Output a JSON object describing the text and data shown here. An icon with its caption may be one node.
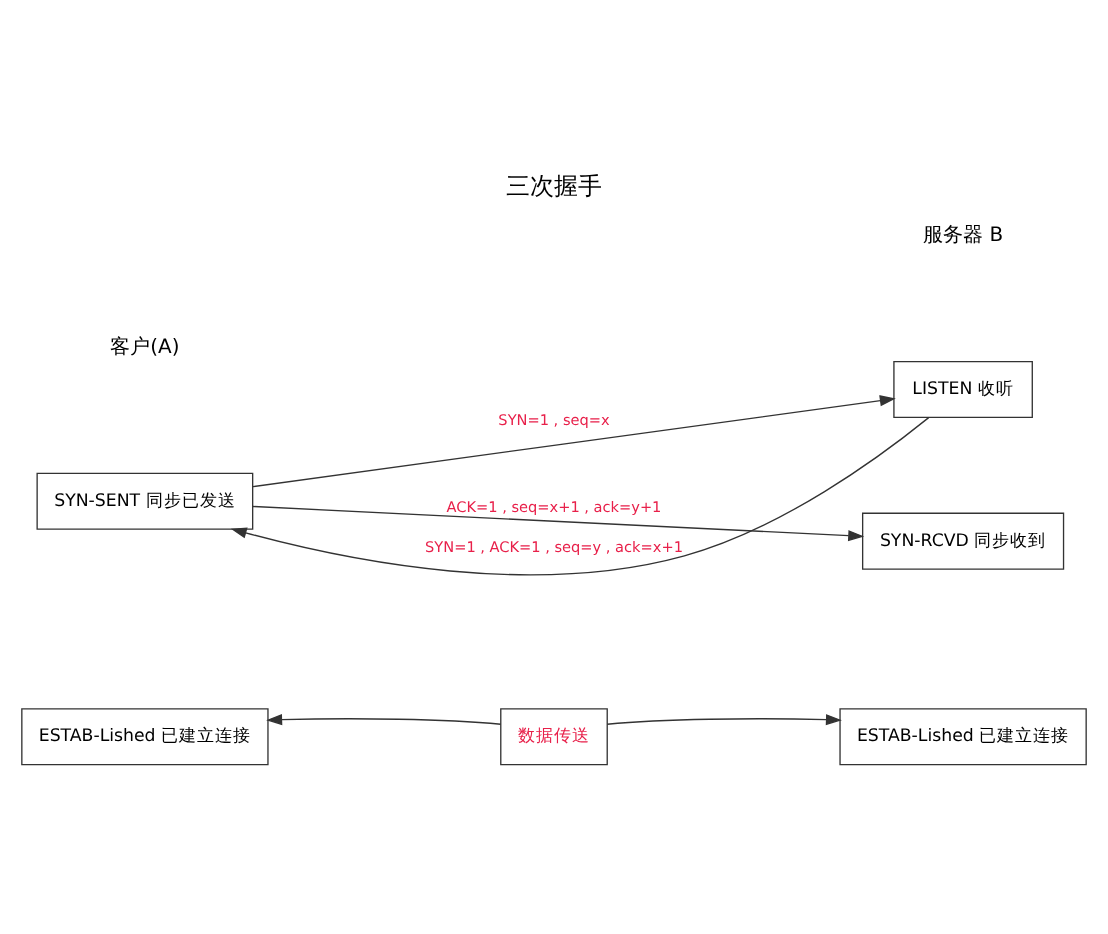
{
  "diagram": {
    "title": "三次握手",
    "nodes": [
      {
        "text": [
          "SYN-SENT 同步已发送"
        ]
      },
      {
        "text": [
          "ESTAB-Lished 已建立连接"
        ]
      },
      {
        "text": [
          "LISTEN 收听"
        ]
      },
      {
        "text": [
          "SYN-RCVD 同步收到"
        ]
      },
      {
        "text": [
          "ESTAB-Lished 已建立连接"
        ]
      },
      {
        "text": [
          "数据传送"
        ]
      }
    ],
    "edges": [
      {
        "from": 0,
        "to": 2,
        "arrow": "to",
        "label": "SYN=1 , seq=x"
      },
      {
        "from": 2,
        "to": 0,
        "arrow": "to",
        "label": "SYN=1 , ACK=1 , seq=y , ack=x+1"
      },
      {
        "from": 0,
        "to": 3,
        "arrow": "to",
        "label": "ACK=1 , seq=x+1 , ack=y+1"
      },
      {
        "from": 5,
        "to": 1,
        "arrow": "to"
      },
      {
        "from": 5,
        "to": 4,
        "arrow": "to"
      }
    ],
    "labels": [
      "客户(A)",
      "服务器 B"
    ]
  }
}
